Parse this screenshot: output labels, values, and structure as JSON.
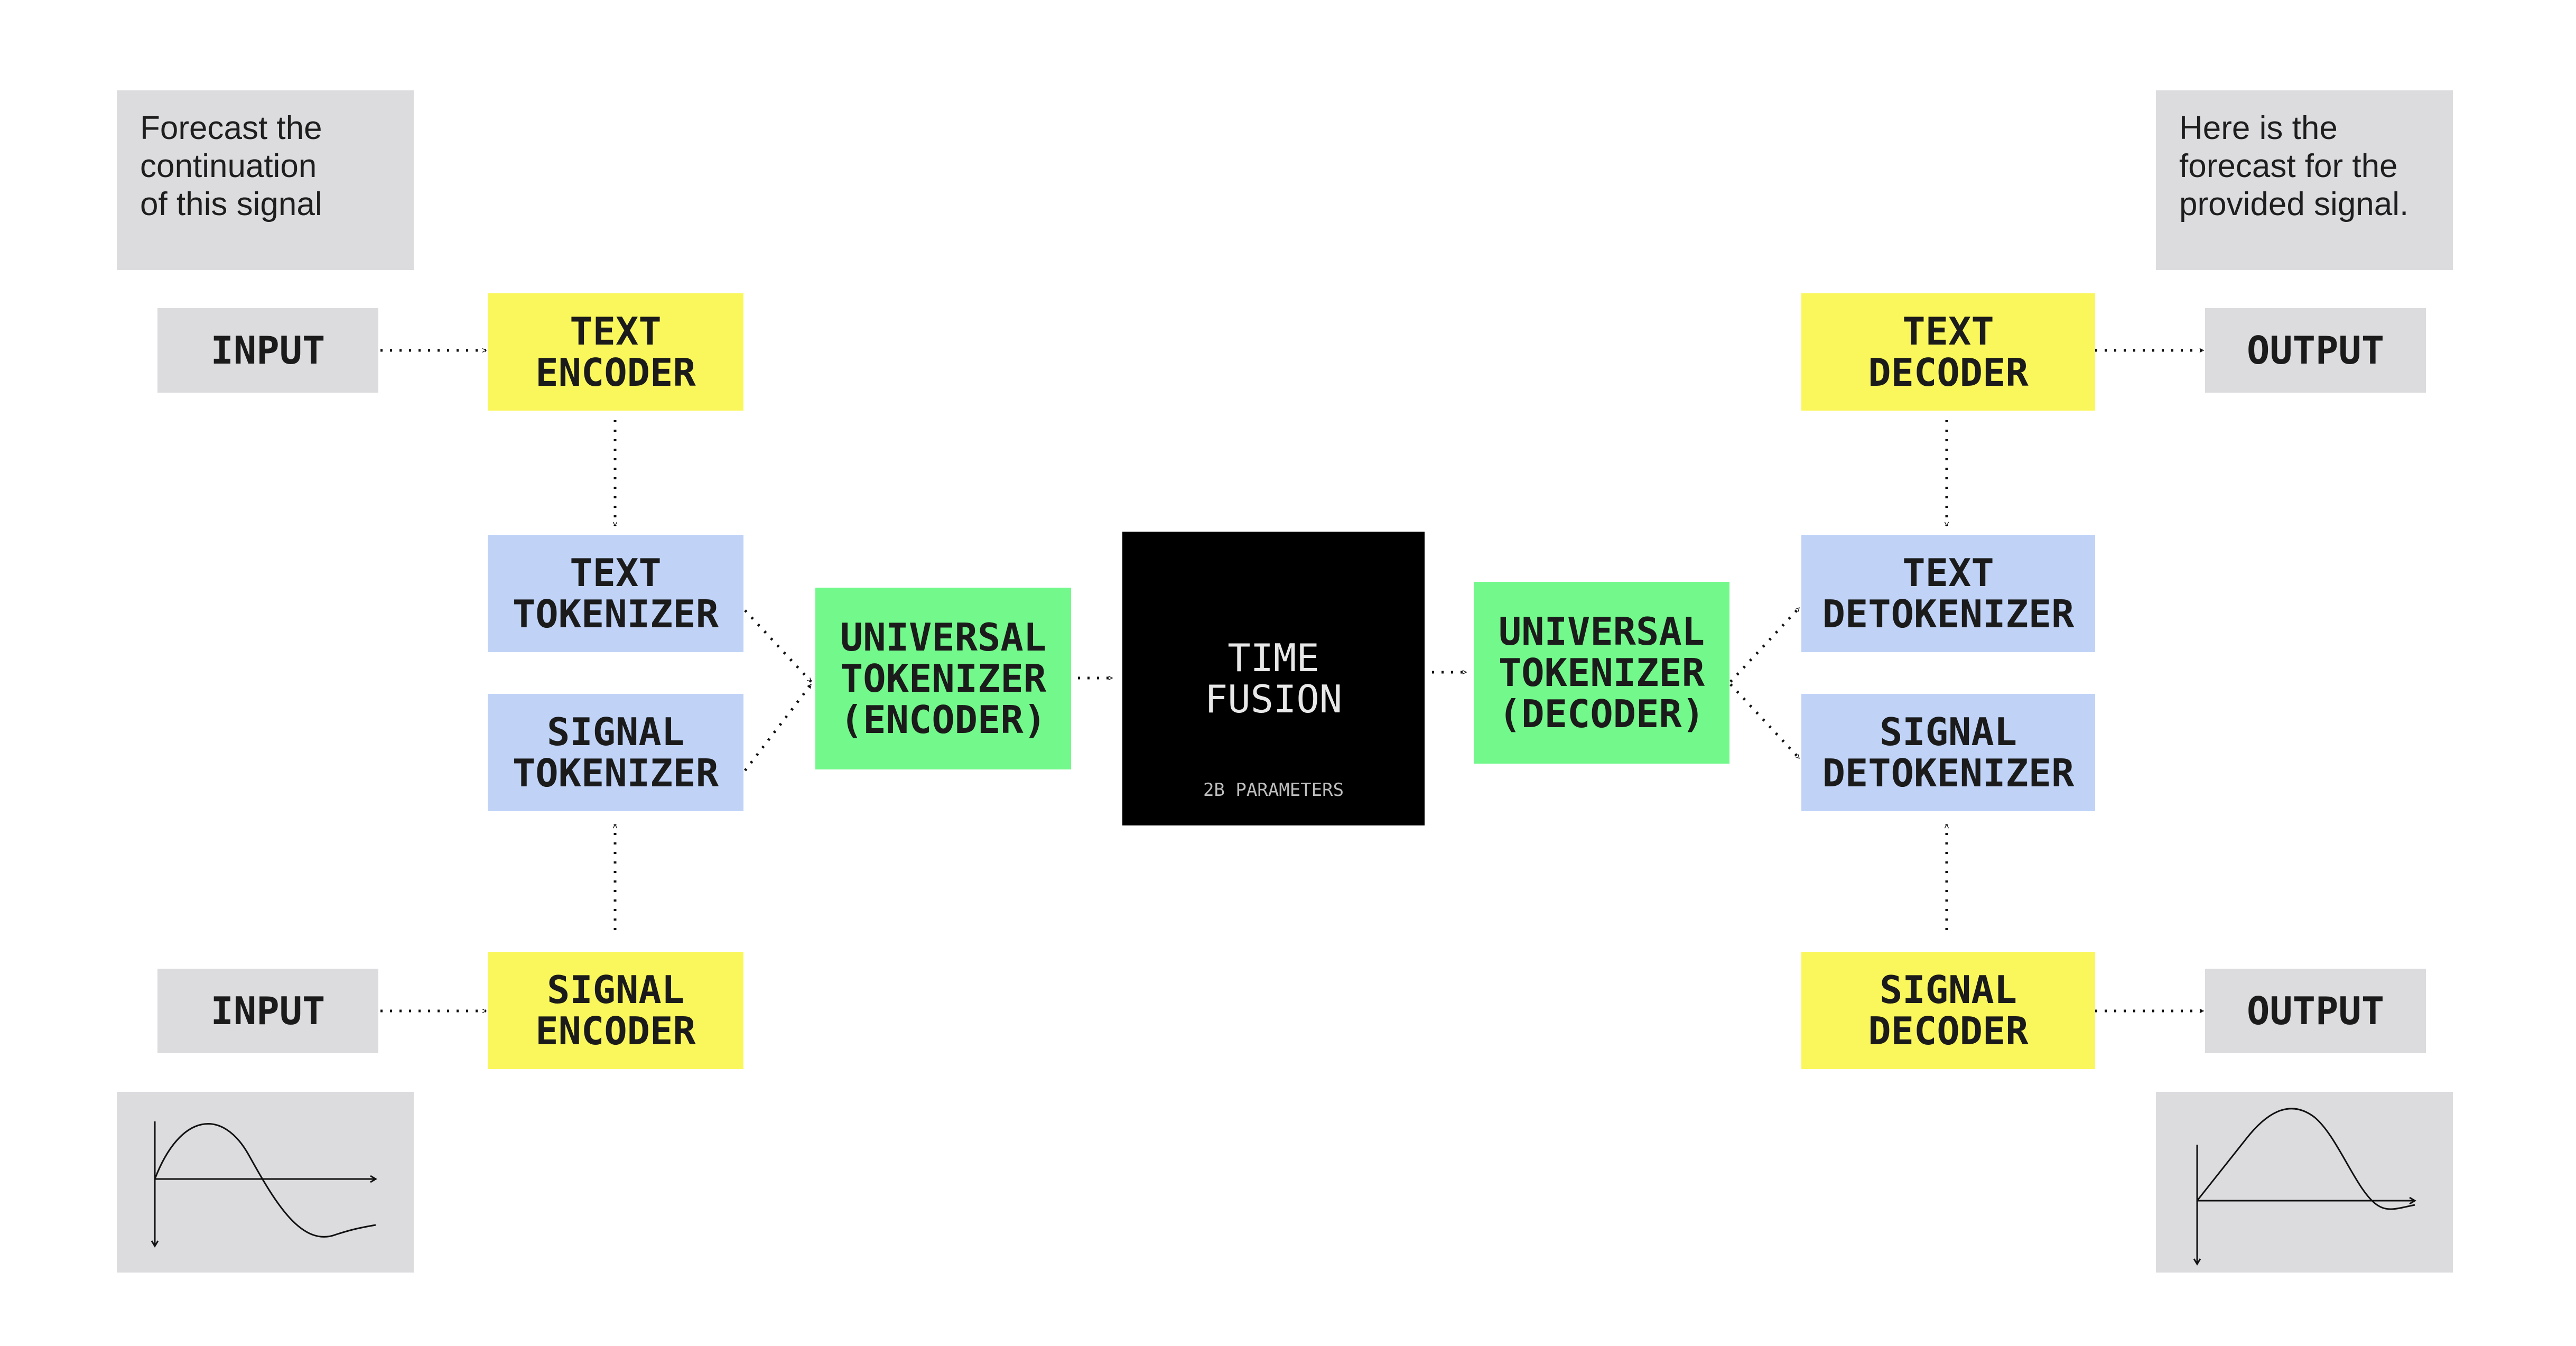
{
  "input_prompt": {
    "lines": [
      "Forecast the",
      "continuation",
      "of this signal"
    ]
  },
  "output_response": {
    "lines": [
      "Here is the",
      "forecast for the",
      "provided signal."
    ]
  },
  "left": {
    "input_text": "INPUT",
    "input_signal": "INPUT",
    "text_encoder": [
      "TEXT",
      "ENCODER"
    ],
    "text_tokenizer": [
      "TEXT",
      "TOKENIZER"
    ],
    "signal_tokenizer": [
      "SIGNAL",
      "TOKENIZER"
    ],
    "signal_encoder": [
      "SIGNAL",
      "ENCODER"
    ],
    "universal_encoder": [
      "UNIVERSAL",
      "TOKENIZER",
      "(ENCODER)"
    ]
  },
  "core": {
    "title": [
      "TIME",
      "FUSION"
    ],
    "params": "2B PARAMETERS"
  },
  "right": {
    "universal_decoder": [
      "UNIVERSAL",
      "TOKENIZER",
      "(DECODER)"
    ],
    "text_decoder": [
      "TEXT",
      "DECODER"
    ],
    "text_detokenizer": [
      "TEXT",
      "DETOKENIZER"
    ],
    "signal_detokenizer": [
      "SIGNAL",
      "DETOKENIZER"
    ],
    "signal_decoder": [
      "SIGNAL",
      "DECODER"
    ],
    "output_text": "OUTPUT",
    "output_signal": "OUTPUT"
  },
  "colors": {
    "io": "#dcdcdf",
    "encoder": "#faf75d",
    "tokenizer": "#c0d3f7",
    "universal": "#73f88b",
    "core": "#000000"
  },
  "icons": {
    "input_signal_plot": "sine-wave-icon",
    "output_signal_plot": "forecast-wave-icon"
  }
}
